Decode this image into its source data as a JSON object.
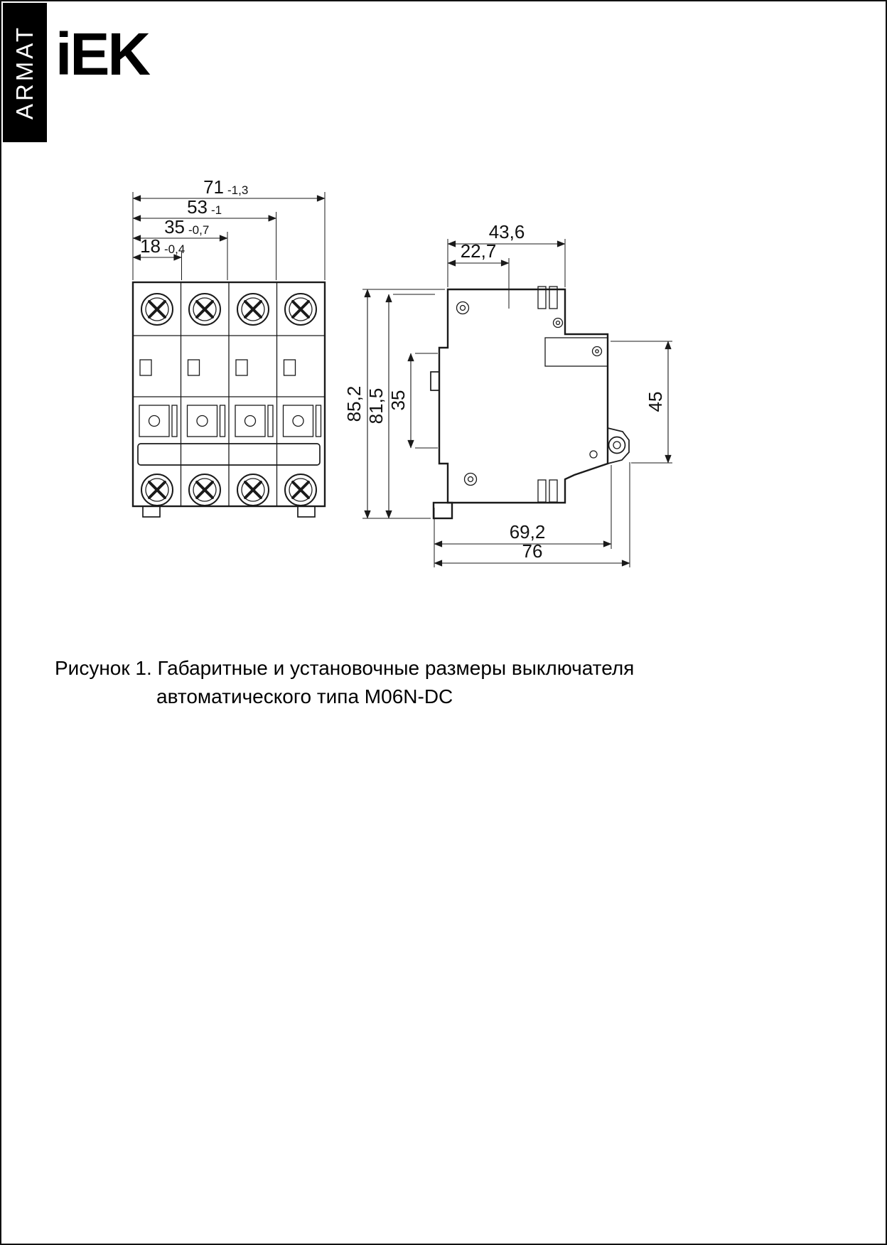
{
  "page": {
    "brand_vertical": "ARMAT",
    "logo": "iEK"
  },
  "figure": {
    "caption_line1": "Рисунок 1. Габаритные и установочные размеры выключателя",
    "caption_line2": "автоматического типа M06N-DC"
  },
  "front_view": {
    "dims": [
      {
        "value": "71",
        "tol": "-1,3"
      },
      {
        "value": "53",
        "tol": "-1"
      },
      {
        "value": "35",
        "tol": "-0,7"
      },
      {
        "value": "18",
        "tol": "-0,4"
      }
    ]
  },
  "side_view": {
    "dim_top_outer": "43,6",
    "dim_top_inner": "22,7",
    "dim_height_outer": "85,2",
    "dim_height_inner": "81,5",
    "dim_front_recess": "35",
    "dim_right": "45",
    "dim_bottom_inner": "69,2",
    "dim_bottom_outer": "76"
  }
}
